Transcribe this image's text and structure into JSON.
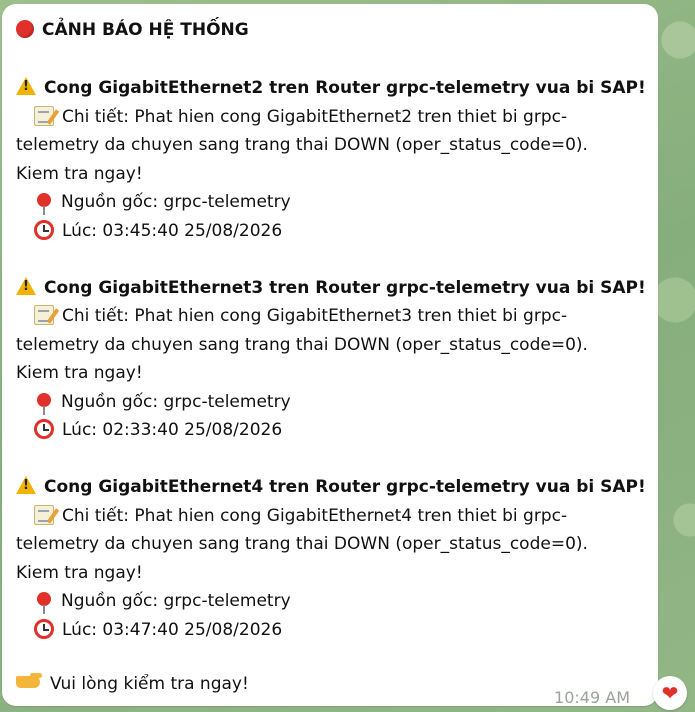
{
  "message": {
    "header": "CẢNH BÁO HỆ THỐNG",
    "alerts": [
      {
        "title": "Cong GigabitEthernet2 tren Router grpc-telemetry vua bi SAP!",
        "detail": "Chi tiết: Phat hien cong GigabitEthernet2 tren thiet bi grpc-",
        "detail_cont1": "telemetry da chuyen sang trang thai DOWN (oper_status_code=0).",
        "detail_cont2": "Kiem tra ngay!",
        "source": "Nguồn gốc: grpc-telemetry",
        "time": "Lúc: 03:45:40 25/08/2026"
      },
      {
        "title": "Cong GigabitEthernet3 tren Router grpc-telemetry vua bi SAP!",
        "detail": "Chi tiết: Phat hien cong GigabitEthernet3 tren thiet bi grpc-",
        "detail_cont1": "telemetry da chuyen sang trang thai DOWN (oper_status_code=0).",
        "detail_cont2": "Kiem tra ngay!",
        "source": "Nguồn gốc: grpc-telemetry",
        "time": "Lúc: 02:33:40 25/08/2026"
      },
      {
        "title": "Cong GigabitEthernet4 tren Router grpc-telemetry vua bi SAP!",
        "detail": "Chi tiết: Phat hien cong GigabitEthernet4 tren thiet bi grpc-",
        "detail_cont1": "telemetry da chuyen sang trang thai DOWN (oper_status_code=0).",
        "detail_cont2": "Kiem tra ngay!",
        "source": "Nguồn gốc: grpc-telemetry",
        "time": "Lúc: 03:47:40 25/08/2026"
      }
    ],
    "footer": "Vui lòng kiểm tra ngay!",
    "timestamp": "10:49 AM",
    "reaction": "❤"
  },
  "icons": {
    "header": "red-circle-icon",
    "alert": "warning-icon",
    "detail": "memo-icon",
    "source": "pin-icon",
    "time": "alarm-clock-icon",
    "footer": "pointing-hand-icon",
    "reaction": "heart-icon"
  },
  "colors": {
    "accent_red": "#e0302a",
    "warning_yellow": "#f2b300",
    "bubble_bg": "#ffffff",
    "chat_bg": "#8fb38a",
    "timestamp": "#9aa39a"
  }
}
